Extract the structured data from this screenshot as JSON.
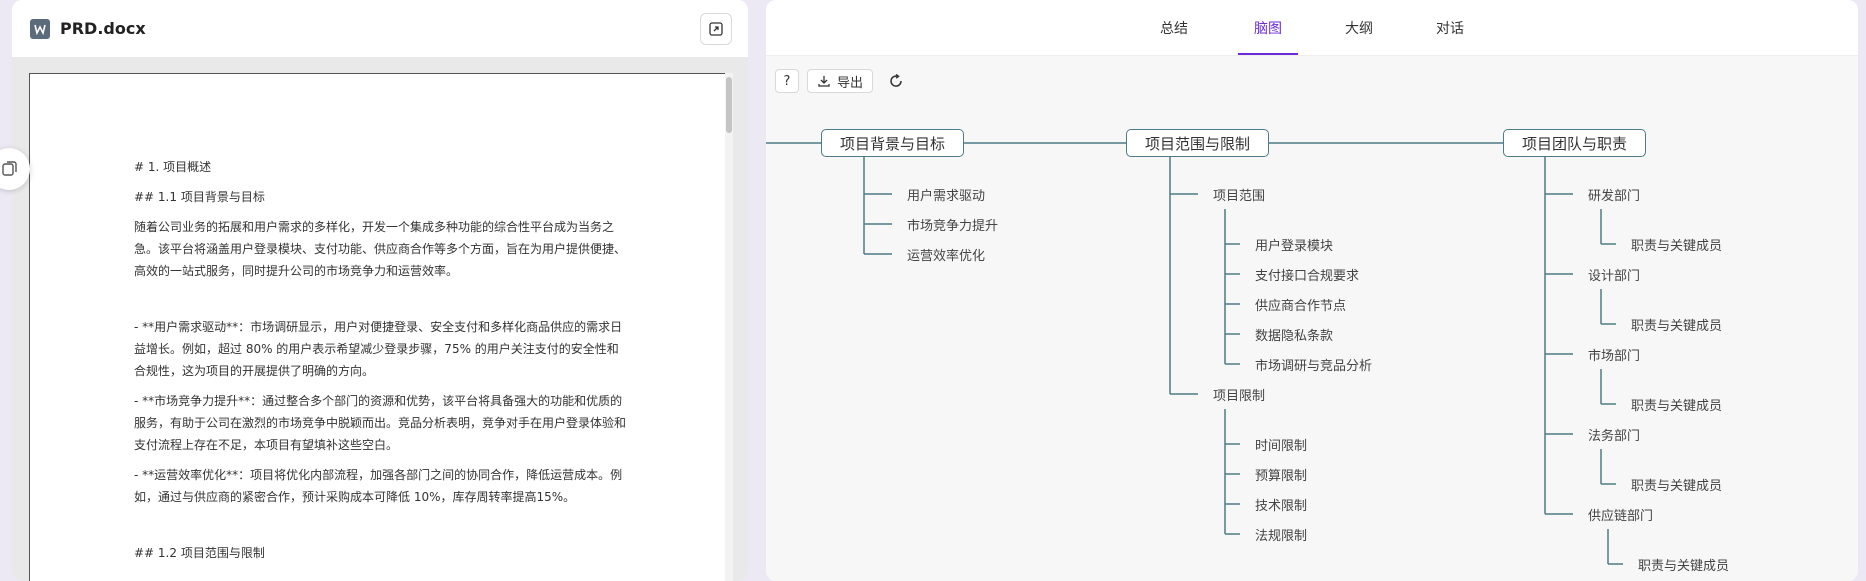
{
  "document": {
    "filename": "PRD.docx",
    "heading1": "# 1. 项目概述",
    "heading2": "## 1.1 项目背景与目标",
    "para1": "随着公司业务的拓展和用户需求的多样化，开发一个集成多种功能的综合性平台成为当务之急。该平台将涵盖用户登录模块、支付功能、供应商合作等多个方面，旨在为用户提供便捷、高效的一站式服务，同时提升公司的市场竞争力和运营效率。",
    "bullet1": "- **用户需求驱动**：市场调研显示，用户对便捷登录、安全支付和多样化商品供应的需求日益增长。例如，超过 80% 的用户表示希望减少登录步骤，75% 的用户关注支付的安全性和合规性，这为项目的开展提供了明确的方向。",
    "bullet2": "- **市场竞争力提升**：通过整合多个部门的资源和优势，该平台将具备强大的功能和优质的服务，有助于公司在激烈的市场竞争中脱颖而出。竞品分析表明，竞争对手在用户登录体验和支付流程上存在不足，本项目有望填补这些空白。",
    "bullet3": "- **运营效率优化**：项目将优化内部流程，加强各部门之间的协同合作，降低运营成本。例如，通过与供应商的紧密合作，预计采购成本可降低 10%，库存周转率提高15%。",
    "heading3": "## 1.2 项目范围与限制"
  },
  "tabs": [
    "总结",
    "脑图",
    "大纲",
    "对话"
  ],
  "active_tab": "脑图",
  "toolbar": {
    "help_label": "?",
    "export_label": "导出"
  },
  "mindmap": {
    "branches": [
      {
        "title": "项目背景与目标",
        "children": [
          {
            "label": "用户需求驱动"
          },
          {
            "label": "市场竞争力提升"
          },
          {
            "label": "运营效率优化"
          }
        ]
      },
      {
        "title": "项目范围与限制",
        "children": [
          {
            "label": "项目范围",
            "children": [
              "用户登录模块",
              "支付接口合规要求",
              "供应商合作节点",
              "数据隐私条款",
              "市场调研与竞品分析"
            ]
          },
          {
            "label": "项目限制",
            "children": [
              "时间限制",
              "预算限制",
              "技术限制",
              "法规限制"
            ]
          }
        ]
      },
      {
        "title": "项目团队与职责",
        "children": [
          {
            "label": "研发部门",
            "children": [
              "职责与关键成员"
            ]
          },
          {
            "label": "设计部门",
            "children": [
              "职责与关键成员"
            ]
          },
          {
            "label": "市场部门",
            "children": [
              "职责与关键成员"
            ]
          },
          {
            "label": "法务部门",
            "children": [
              "职责与关键成员"
            ]
          },
          {
            "label": "供应链部门",
            "children": [
              "职责与关键成员"
            ]
          }
        ]
      }
    ]
  },
  "colors": {
    "accent": "#6c2bd9",
    "mindmap_line": "#4d7c86"
  }
}
